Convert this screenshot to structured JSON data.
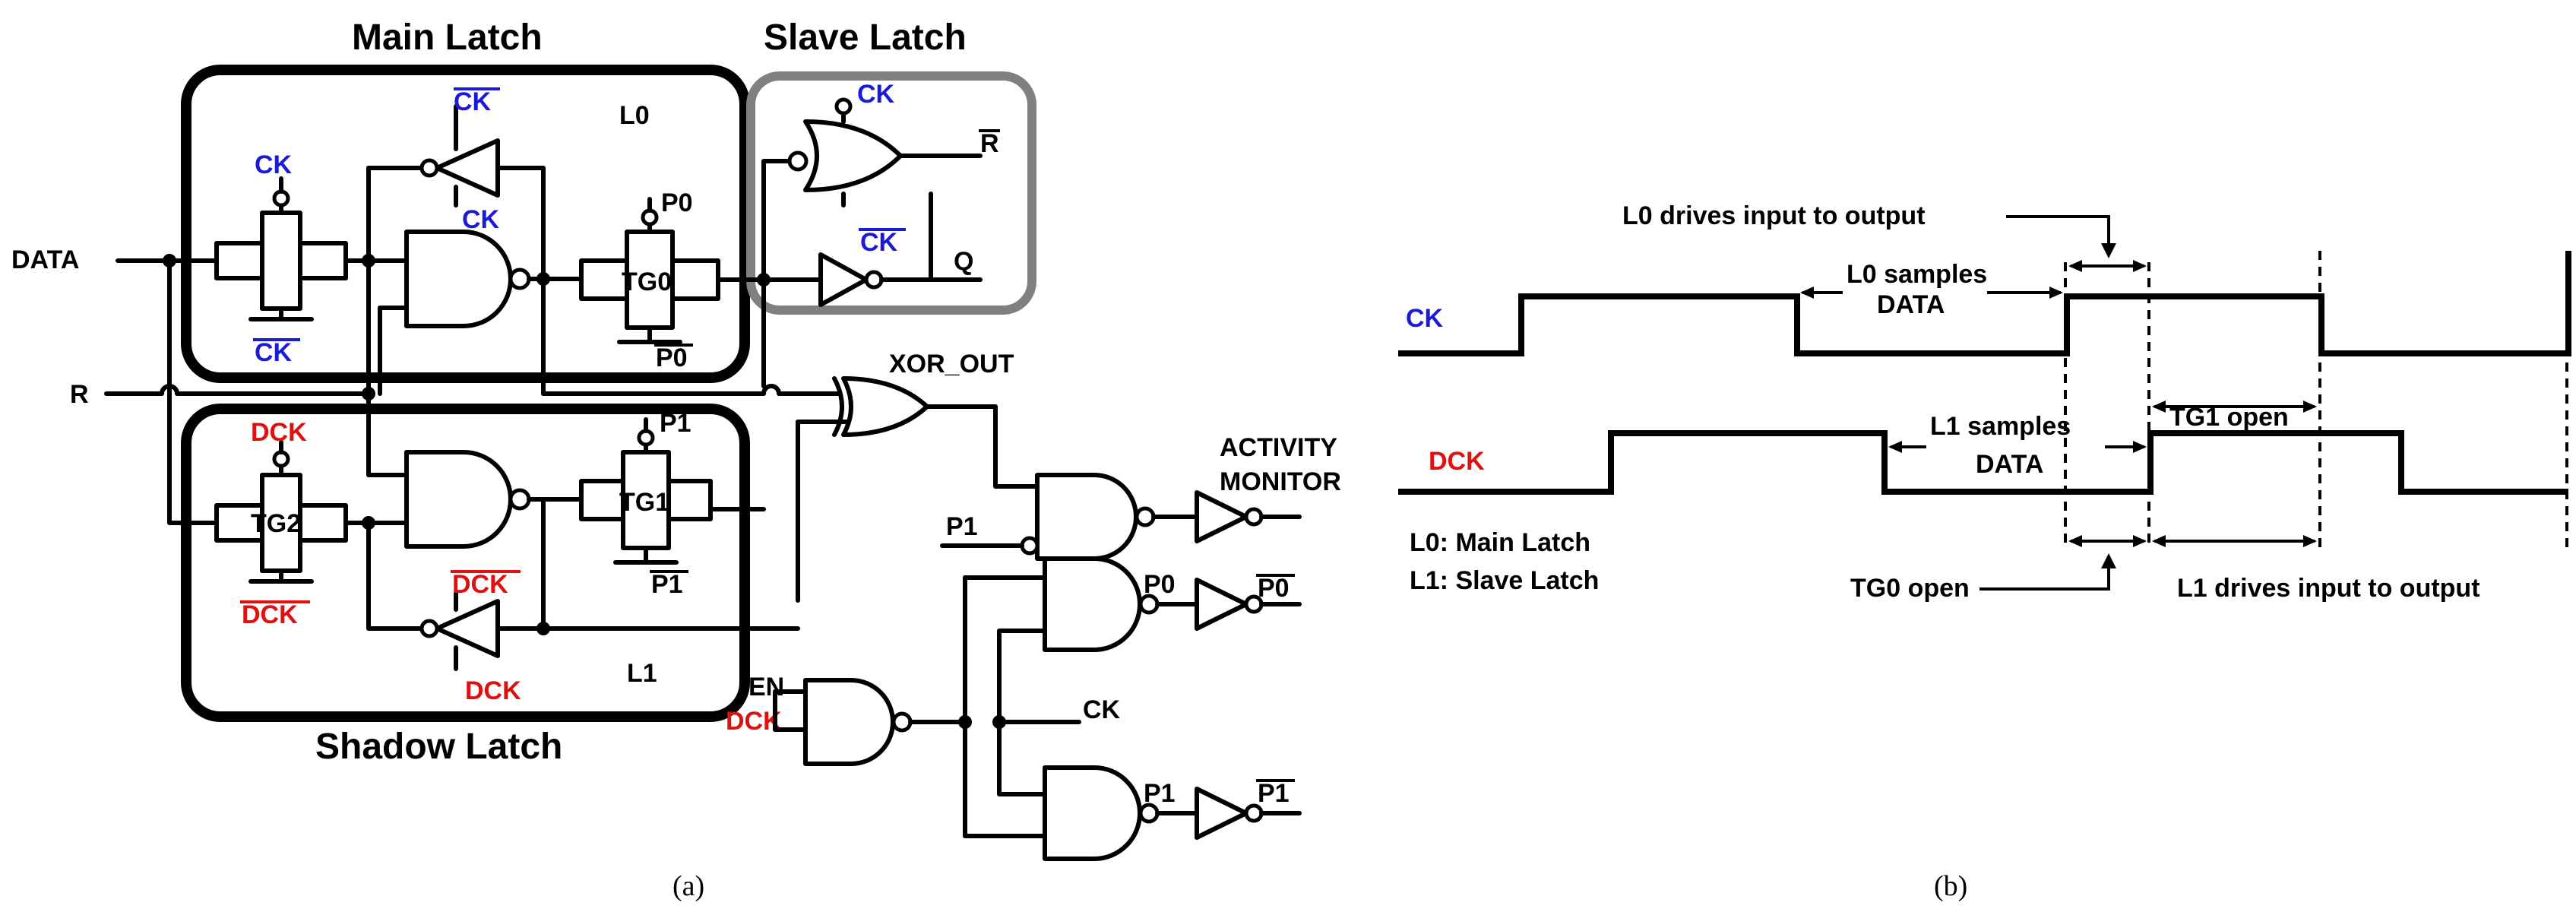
{
  "panel_a": {
    "titles": {
      "main_latch": "Main Latch",
      "slave_latch": "Slave Latch",
      "shadow_latch": "Shadow Latch"
    },
    "inputs": {
      "data": "DATA",
      "r": "R",
      "en": "EN",
      "dck": "DCK"
    },
    "latch_names": {
      "l0": "L0",
      "l1": "L1"
    },
    "signals": {
      "ck": "CK",
      "ck_bar": "CK",
      "dck": "DCK",
      "dck_bar": "DCK",
      "p0": "P0",
      "p0_bar": "P0",
      "p1": "P1",
      "p1_bar": "P1",
      "r_bar": "R",
      "q": "Q"
    },
    "gates": {
      "tg0": "TG0",
      "tg1": "TG1",
      "tg2": "TG2"
    },
    "outputs": {
      "xor_out": "XOR_OUT",
      "activity_1": "ACTIVITY",
      "activity_2": "MONITOR"
    },
    "caption": "(a)"
  },
  "panel_b": {
    "waves": {
      "ck": "CK",
      "dck": "DCK"
    },
    "annotations": {
      "l0_drives": "L0 drives input to output",
      "l0_samples_1": "L0 samples",
      "l0_samples_2": "DATA",
      "tg1_open": "TG1 open",
      "l1_samples_1": "L1 samples",
      "l1_samples_2": "DATA",
      "tg0_open": "TG0 open",
      "l1_drives": "L1 drives input to output"
    },
    "legend": {
      "l0": "L0: Main Latch",
      "l1": "L1: Slave Latch"
    },
    "caption": "(b)"
  },
  "colors": {
    "blue": "#1a1ad8",
    "red": "#e01010",
    "grey": "#808080"
  }
}
